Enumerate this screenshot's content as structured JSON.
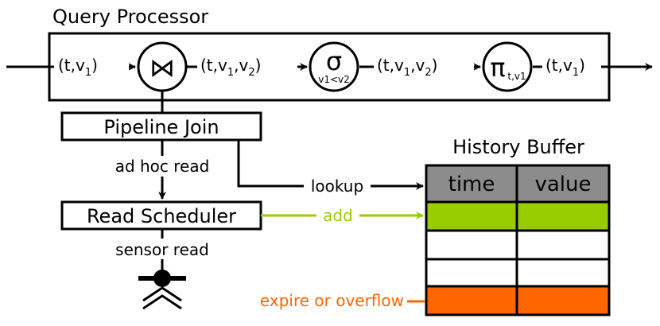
{
  "query_processor": {
    "title": "Query Processor",
    "edge_in": {
      "base": "(t,v",
      "sub": "1",
      "end": ")"
    },
    "edge_join_out": {
      "base": "(t,v",
      "sub1": "1",
      "mid": ",v",
      "sub2": "2",
      "end": ")"
    },
    "edge_select_out": {
      "base": "(t,v",
      "sub1": "1",
      "mid": ",v",
      "sub2": "2",
      "end": ")"
    },
    "edge_out": {
      "base": "(t,v",
      "sub": "1",
      "end": ")"
    },
    "join_symbol": "⋈",
    "select_symbol": "σ",
    "select_condition": "v1<v2",
    "project_symbol": "π",
    "project_subscript": "t,v1"
  },
  "pipeline_join": {
    "label": "Pipeline Join"
  },
  "read_scheduler": {
    "label": "Read Scheduler"
  },
  "edges": {
    "ad_hoc_read": "ad hoc read",
    "lookup": "lookup",
    "add": "add",
    "sensor_read": "sensor read",
    "expire": "expire or overflow"
  },
  "history_buffer": {
    "title": "History Buffer",
    "columns": [
      "time",
      "value"
    ]
  },
  "colors": {
    "add": "#99cc00",
    "expire": "#ff6600",
    "header": "#8c8c8c",
    "stroke": "#000000"
  },
  "icons": [
    "join-icon",
    "select-icon",
    "project-icon",
    "sensor-icon"
  ]
}
